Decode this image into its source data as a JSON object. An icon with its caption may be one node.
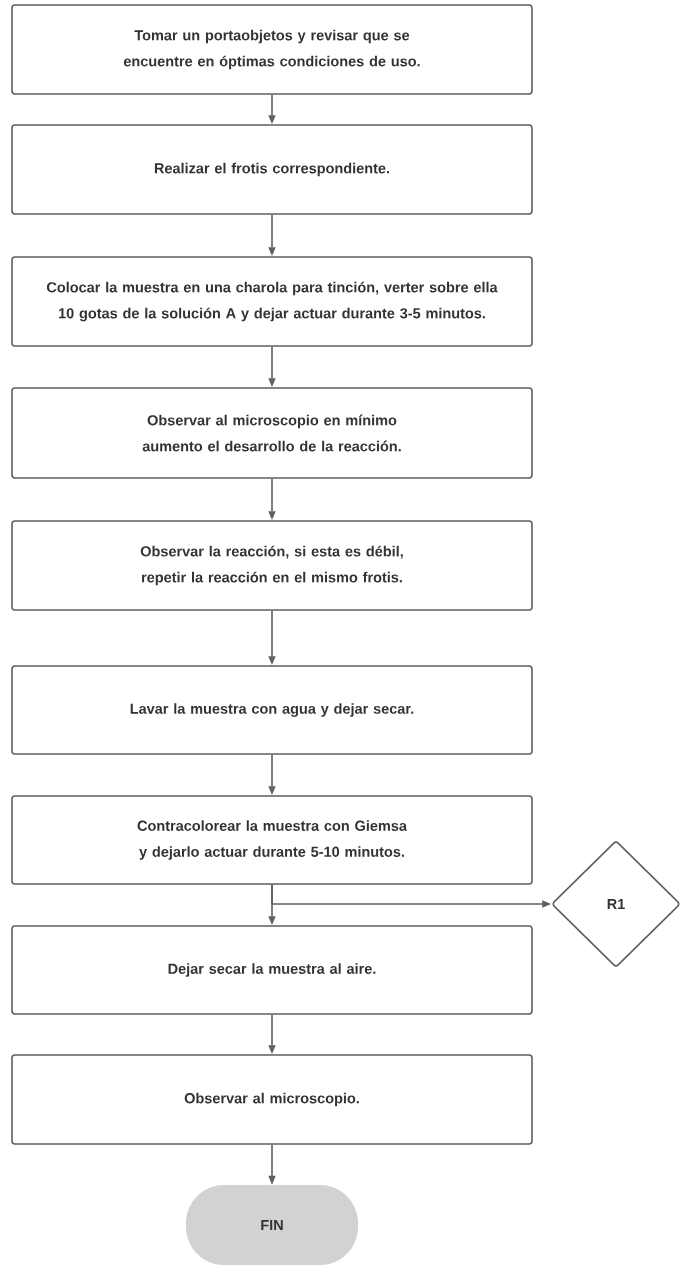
{
  "diagram": {
    "nodes": [
      {
        "text": [
          "Tomar un portaobjetos y revisar que se encuentre en óptimas condiciones de uso."
        ]
      },
      {
        "text": [
          "Realizar el frotis correspondiente."
        ]
      },
      {
        "text": [
          "Colocar la muestra en una charola para tinción, verter sobre ella 10 gotas de la solución A y dejar actuar durante 3-5 minutos."
        ]
      },
      {
        "text": [
          "Observar al microscopio en mínimo aumento el desarrollo de la reacción."
        ]
      },
      {
        "text": [
          "Observar la reacción, si esta es débil, repetir la reacción en el mismo frotis."
        ]
      },
      {
        "text": [
          "Lavar la muestra con agua y dejar secar."
        ]
      },
      {
        "text": [
          "Contracolorear la muestra con Giemsa y dejarlo actuar durante 5-10 minutos."
        ]
      },
      {
        "text": [
          "R1"
        ]
      },
      {
        "text": [
          "Dejar secar la muestra al aire."
        ]
      },
      {
        "text": [
          "Observar al microscopio."
        ]
      },
      {
        "text": [
          "FIN"
        ]
      }
    ],
    "edges": [
      {
        "from": 0,
        "to": 1,
        "arrow": "to"
      },
      {
        "from": 1,
        "to": 2,
        "arrow": "to"
      },
      {
        "from": 2,
        "to": 3,
        "arrow": "to"
      },
      {
        "from": 3,
        "to": 4,
        "arrow": "to"
      },
      {
        "from": 4,
        "to": 5,
        "arrow": "to"
      },
      {
        "from": 5,
        "to": 6,
        "arrow": "to"
      },
      {
        "from": 6,
        "to": 8,
        "arrow": "to"
      },
      {
        "from": 6,
        "to": 7,
        "arrow": "to"
      },
      {
        "from": 8,
        "to": 9,
        "arrow": "to"
      },
      {
        "from": 9,
        "to": 10,
        "arrow": "to"
      }
    ]
  }
}
